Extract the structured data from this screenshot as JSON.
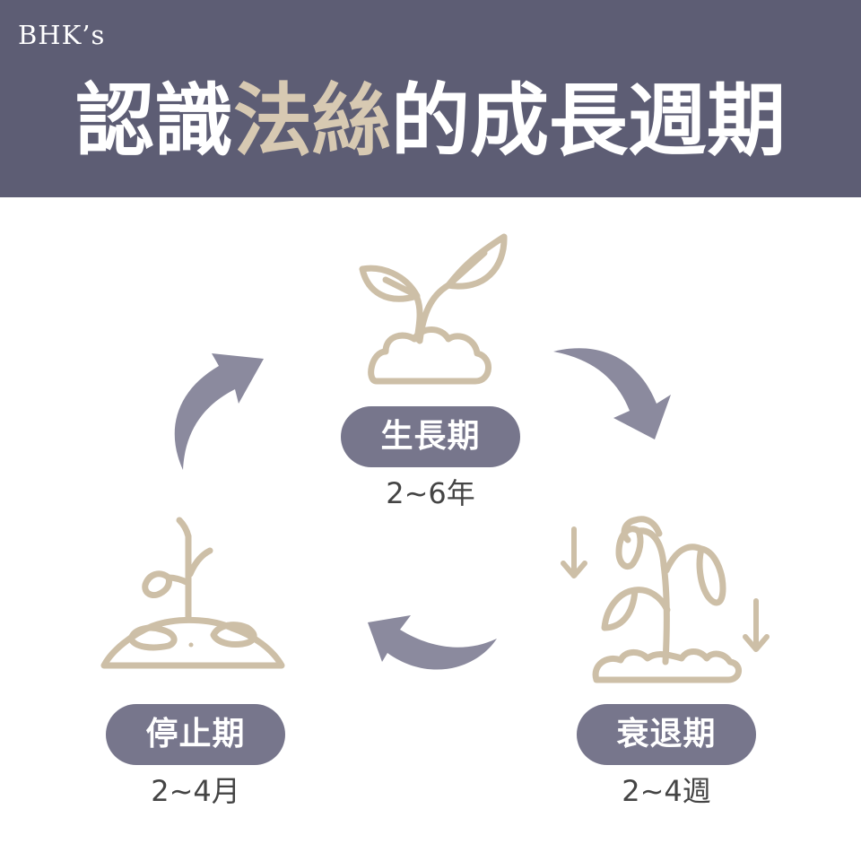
{
  "brand": "BHK’s",
  "title": {
    "part1": "認識",
    "highlight": "法絲",
    "part2": "的成長週期"
  },
  "stages": {
    "growth": {
      "label": "生長期",
      "duration": "2~6年",
      "icon": "sprout-icon"
    },
    "decline": {
      "label": "衰退期",
      "duration": "2~4週",
      "icon": "wilting-plant-icon"
    },
    "rest": {
      "label": "停止期",
      "duration": "2~4月",
      "icon": "dormant-stem-icon"
    }
  },
  "colors": {
    "header": "#5d5d74",
    "accent": "#d7c9b2",
    "pill": "#77768c",
    "arrow": "#8b8a9e",
    "line": "#cdbfa7"
  }
}
